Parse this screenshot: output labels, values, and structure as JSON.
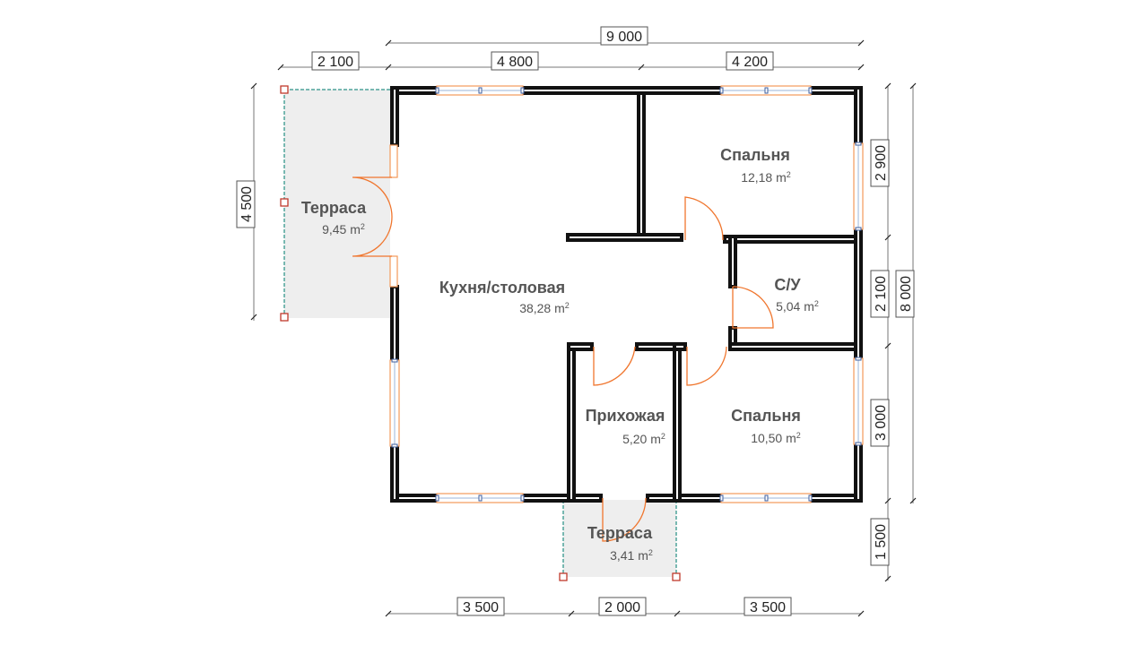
{
  "plan": {
    "rooms": [
      {
        "id": "kitchen",
        "name": "Кухня/столовая",
        "area_value": "38,28 m",
        "area_unit_sup": "2"
      },
      {
        "id": "bedroom-top",
        "name": "Спальня",
        "area_value": "12,18 m",
        "area_unit_sup": "2"
      },
      {
        "id": "bathroom",
        "name": "С/У",
        "area_value": "5,04 m",
        "area_unit_sup": "2"
      },
      {
        "id": "hallway",
        "name": "Прихожая",
        "area_value": "5,20 m",
        "area_unit_sup": "2"
      },
      {
        "id": "bedroom-bottom",
        "name": "Спальня",
        "area_value": "10,50 m",
        "area_unit_sup": "2"
      },
      {
        "id": "terrace-west",
        "name": "Терраса",
        "area_value": "9,45 m",
        "area_unit_sup": "2"
      },
      {
        "id": "terrace-south",
        "name": "Терраса",
        "area_value": "3,41 m",
        "area_unit_sup": "2"
      }
    ],
    "dimensions": {
      "top_total": "9 000",
      "top_left": "2 100",
      "top_mid": "4 800",
      "top_right": "4 200",
      "bottom_left": "3 500",
      "bottom_mid": "2 000",
      "bottom_right": "3 500",
      "left_terrace": "4 500",
      "right_seg1": "2 900",
      "right_seg2": "2 100",
      "right_seg3": "3 000",
      "right_seg4": "1 500",
      "right_total": "8 000"
    }
  }
}
